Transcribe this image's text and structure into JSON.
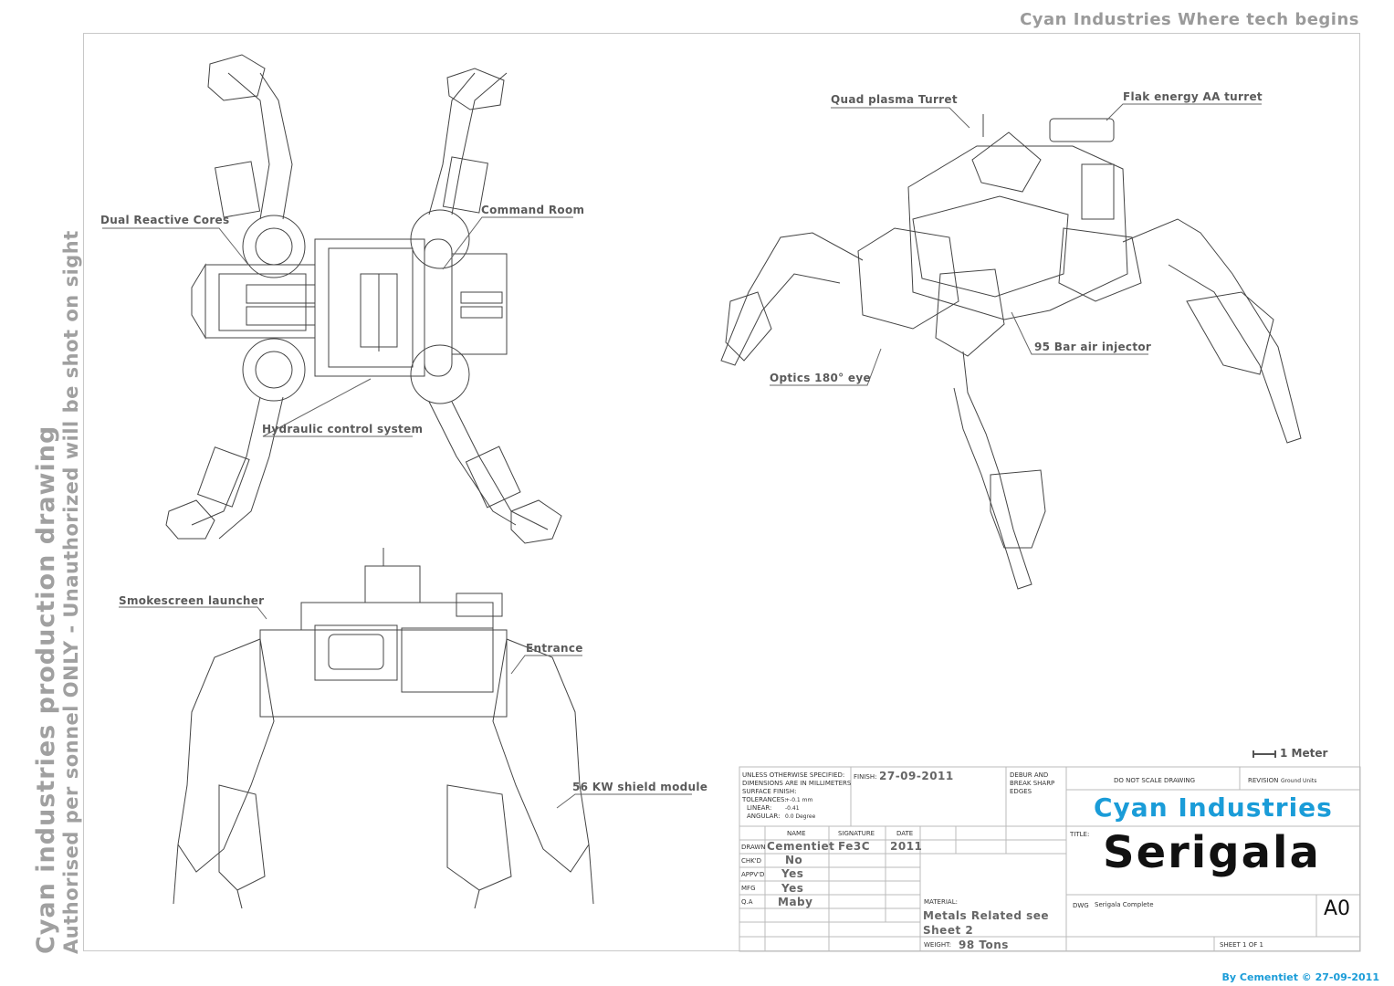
{
  "header": {
    "tagline": "Cyan Industries Where tech begins"
  },
  "side_text": {
    "line1": "Cyan industries production drawing",
    "line2": "Authorised per sonnel ONLY - Unauthorized will be shot on sight"
  },
  "callouts": {
    "dual_reactive_cores": "Dual Reactive Cores",
    "command_room": "Command Room",
    "hydraulic_control_system": "Hydraulic control system",
    "quad_plasma_turret": "Quad plasma Turret",
    "flak_energy_turret": "Flak energy AA turret",
    "air_injector": "95 Bar air injector",
    "optics_eye": "Optics 180° eye",
    "smokescreen_launcher": "Smokescreen launcher",
    "entrance": "Entrance",
    "shield_module": "56 KW shield module"
  },
  "scale_label": "1 Meter",
  "title_block": {
    "notes": {
      "l1": "UNLESS OTHERWISE SPECIFIED:",
      "l2": "DIMENSIONS ARE IN MILLIMETERS",
      "l3": "SURFACE FINISH:",
      "l4": "TOLERANCES:",
      "tol_value": "+-0.1 mm",
      "linear": "LINEAR:",
      "linear_value": "-0.41",
      "angular": "ANGULAR:",
      "angular_value": "0.0 Degree"
    },
    "finish_label": "FINISH:",
    "finish_value": "27-09-2011",
    "debur": {
      "l1": "DEBUR AND",
      "l2": "BREAK SHARP",
      "l3": "EDGES"
    },
    "do_not_scale": "DO NOT SCALE DRAWING",
    "revision_label": "REVISION",
    "revision_value": "Ground Units",
    "headers": {
      "name": "NAME",
      "signature": "SIGNATURE",
      "date": "DATE"
    },
    "rows": [
      {
        "label": "DRAWN",
        "name": "Cementiet",
        "signature": "Fe3C",
        "date": "2011"
      },
      {
        "label": "CHK'D",
        "name": "No"
      },
      {
        "label": "APPV'D",
        "name": "Yes"
      },
      {
        "label": "MFG",
        "name": "Yes"
      },
      {
        "label": "Q.A",
        "name": "Maby"
      }
    ],
    "material_label": "MATERIAL:",
    "material_l1": "Metals Related see",
    "material_l2": "Sheet 2",
    "weight_label": "WEIGHT:",
    "weight_value": "98 Tons",
    "title_label": "TITLE:",
    "company": "Cyan Industries",
    "product": "Serigala",
    "dwg_label": "DWG",
    "dwg_value": "Serigala Complete",
    "size": "A0",
    "sheet": "SHEET 1 OF 1"
  },
  "footer": "By Cementiet © 27-09-2011"
}
